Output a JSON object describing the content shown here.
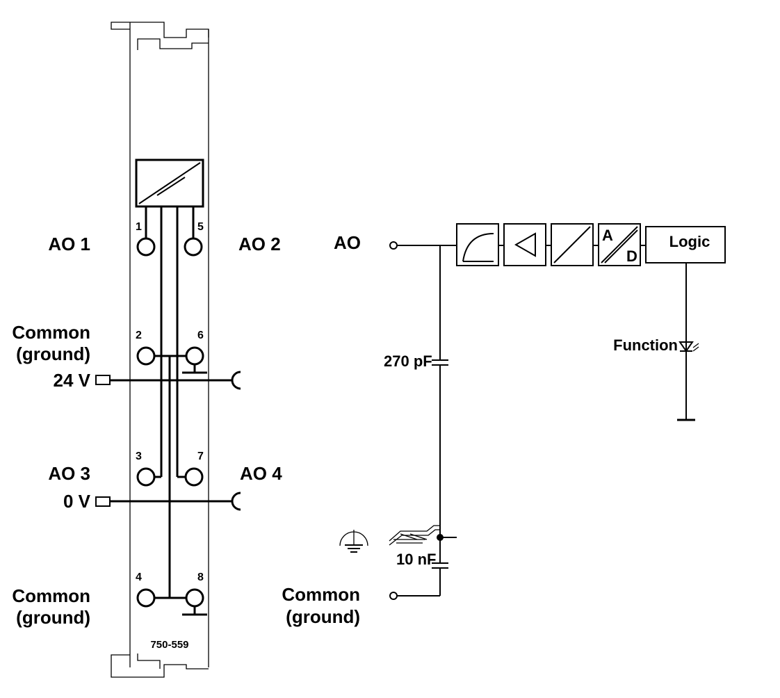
{
  "module": {
    "part_number": "750-559",
    "labels": {
      "ao1": "AO 1",
      "ao2": "AO 2",
      "ao3": "AO 3",
      "ao4": "AO 4",
      "common_top": "Common",
      "ground_top": "(ground)",
      "v24": "24 V",
      "v0": "0 V",
      "common_bottom": "Common",
      "ground_bottom": "(ground)"
    },
    "pins": [
      "1",
      "2",
      "3",
      "4",
      "5",
      "6",
      "7",
      "8"
    ]
  },
  "schematic": {
    "ao_label": "AO",
    "logic_label": "Logic",
    "ad_a": "A",
    "ad_d": "D",
    "function_label": "Function",
    "cap1": "270 pF",
    "cap2": "10 nF",
    "common": "Common",
    "ground": "(ground)"
  }
}
